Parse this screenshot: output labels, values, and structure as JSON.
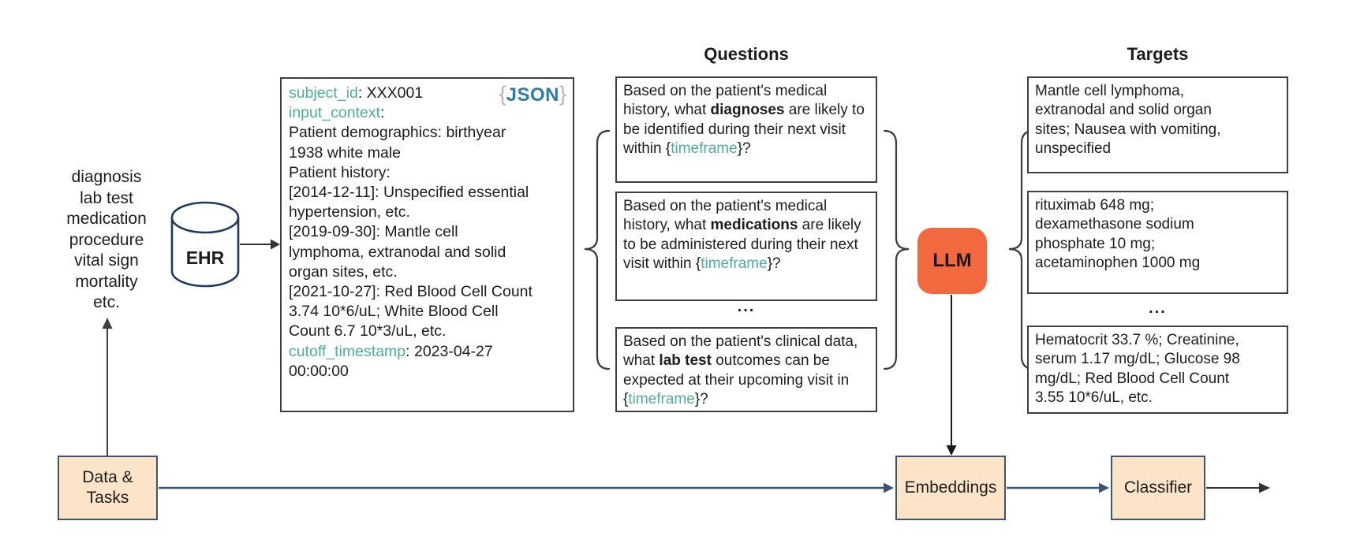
{
  "palette": {
    "teal": "#4FAE9B",
    "jsonblue": "#2B7FA3",
    "bracegray": "#B4B4B4",
    "orange": "#F3693F",
    "peach": "#FBE4C7",
    "peachborder": "#3E5472",
    "navy": "#1F3864",
    "linenavy": "#3A5578",
    "ink": "#1D1D1D",
    "boxborder": "#3F3F3F"
  },
  "left_tasks": {
    "lines": "diagnosis\nlab test\nmedication\nprocedure\nvital sign\nmortality\netc."
  },
  "ehr": {
    "label": "EHR"
  },
  "json_box": {
    "badge": {
      "open": "{",
      "label": "JSON",
      "close": "}"
    },
    "lines": [
      {
        "key": "subject_id",
        "value": ": XXX001"
      },
      {
        "key": "input_context",
        "value": ":"
      },
      {
        "text": "Patient demographics: birthyear"
      },
      {
        "text": "1938 white male"
      },
      {
        "text": "Patient history:"
      },
      {
        "text": "[2014-12-11]: Unspecified essential"
      },
      {
        "text": "hypertension, etc."
      },
      {
        "text": "[2019-09-30]: Mantle cell"
      },
      {
        "text": "lymphoma, extranodal and solid"
      },
      {
        "text": "organ sites, etc."
      },
      {
        "text": "[2021-10-27]: Red Blood Cell Count"
      },
      {
        "text": "3.74 10*6/uL; White Blood Cell"
      },
      {
        "text": "Count 6.7 10*3/uL, etc."
      },
      {
        "key": "cutoff_timestamp",
        "value": ": 2023-04-27"
      },
      {
        "text": "00:00:00"
      }
    ]
  },
  "questions": {
    "title": "Questions",
    "dots": "...",
    "items": [
      {
        "lead": "Based on the patient's medical history, what ",
        "keyword": "diagnoses",
        "tail": " are likely to be identified during their next visit within ",
        "open": "{",
        "placeholder": "timeframe",
        "after": "}?"
      },
      {
        "lead": "Based on the patient's medical history, what ",
        "keyword": "medications",
        "tail": " are likely to be administered during their next visit within ",
        "open": "{",
        "placeholder": "timeframe",
        "after": "}?"
      },
      {
        "lead": "Based on the patient's clinical data, what ",
        "keyword": "lab test",
        "tail": " outcomes can be expected at their upcoming visit in ",
        "open": "{",
        "placeholder": "timeframe",
        "after": "}?"
      }
    ]
  },
  "llm": {
    "label": "LLM"
  },
  "targets": {
    "title": "Targets",
    "dots": "...",
    "items": [
      {
        "text": "Mantle cell lymphoma,\nextranodal and solid organ\nsites; Nausea with vomiting,\nunspecified"
      },
      {
        "text": "rituximab 648 mg;\ndexamethasone sodium\nphosphate 10 mg;\nacetaminophen 1000 mg"
      },
      {
        "text": "Hematocrit 33.7 %; Creatinine,\nserum 1.17 mg/dL; Glucose 98\nmg/dL; Red Blood Cell Count\n3.55 10*6/uL, etc."
      }
    ]
  },
  "pipeline": {
    "data_tasks_label": "Data &\nTasks",
    "embeddings_label": "Embeddings",
    "classifier_label": "Classifier"
  }
}
